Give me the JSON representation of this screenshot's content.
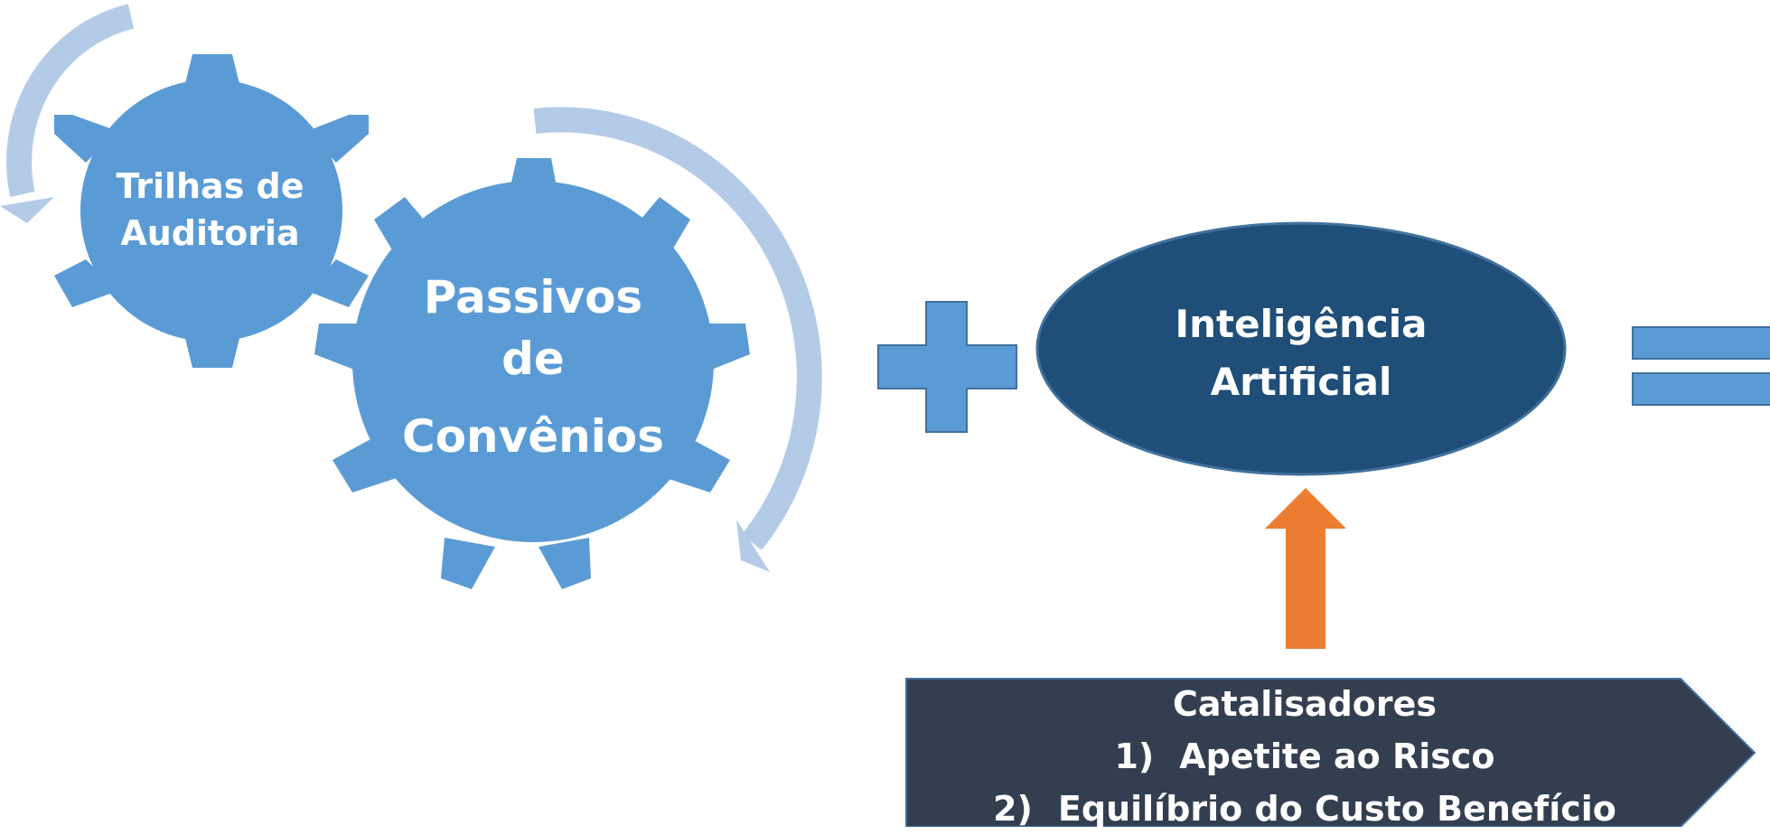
{
  "gear_small": {
    "lines": [
      "Trilhas de",
      "Auditoria"
    ]
  },
  "gear_large": {
    "lines": [
      "Passivos",
      "de",
      "Convênios"
    ]
  },
  "ellipse": {
    "lines": [
      "Inteligência",
      "Artificial"
    ]
  },
  "catalysts": {
    "title": "Catalisadores",
    "items": [
      {
        "num": "1)",
        "text": "Apetite ao Risco"
      },
      {
        "num": "2)",
        "text": "Equilíbrio do Custo Benefício"
      }
    ]
  },
  "colors": {
    "gear": "#5b9bd5",
    "cycle_arrow": "#b4cbe8",
    "ellipse": "#1f4e79",
    "banner": "#333f50",
    "up_arrow": "#ed7d31",
    "text": "#ffffff"
  },
  "icons": [
    "plus-sign",
    "equals-sign",
    "up-arrow",
    "cycle-arrow"
  ]
}
